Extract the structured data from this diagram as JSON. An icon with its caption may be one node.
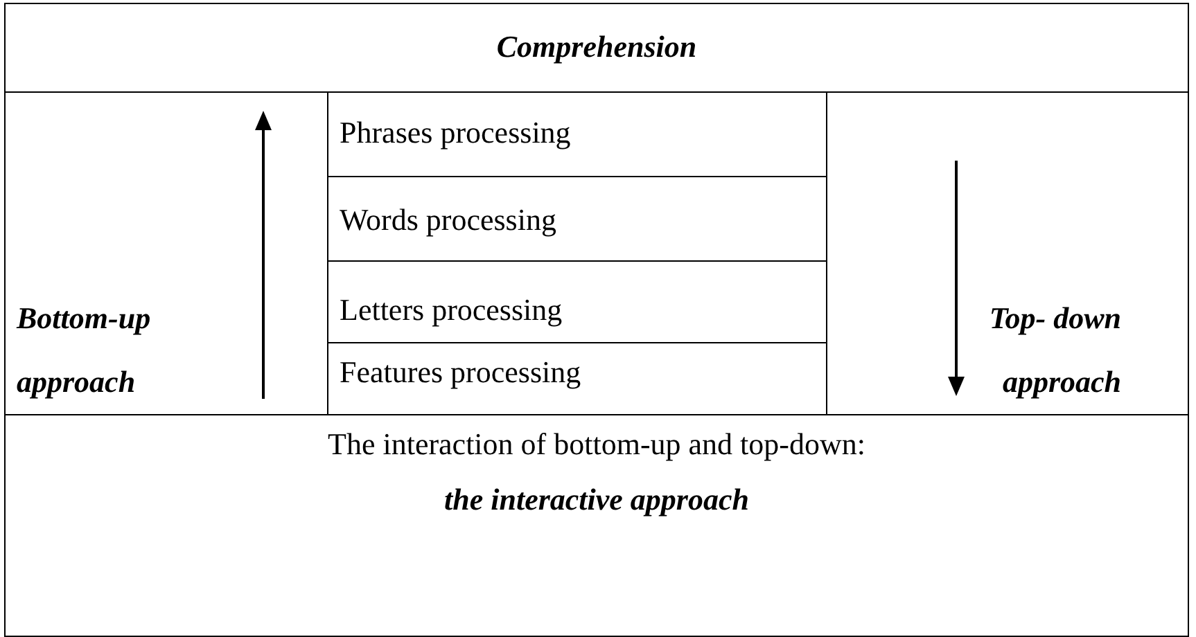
{
  "diagram": {
    "nodes": [
      {
        "text": [
          "Comprehension"
        ]
      },
      {
        "text": [
          "Bottom-up approach"
        ]
      },
      {
        "text": [
          "Phrases processing"
        ]
      },
      {
        "text": [
          "Words processing"
        ]
      },
      {
        "text": [
          "Letters processing"
        ]
      },
      {
        "text": [
          "Features processing"
        ]
      },
      {
        "text": [
          "Top- down approach"
        ]
      },
      {
        "text": [
          "The interaction of bottom-up and top-down:",
          "the interactive approach"
        ]
      }
    ]
  }
}
